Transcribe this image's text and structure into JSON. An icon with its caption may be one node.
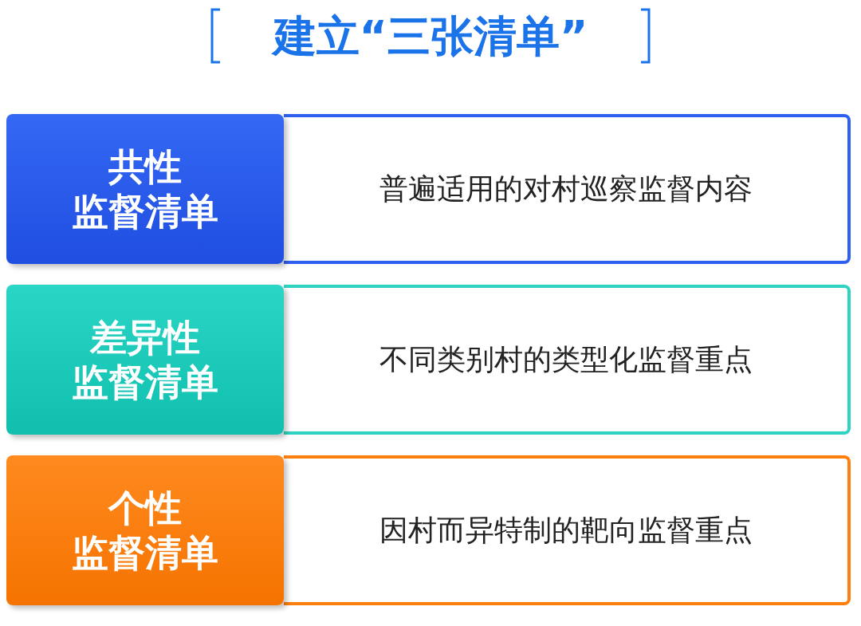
{
  "diagram": {
    "title": "建立“三张清单”",
    "nodes": [
      {
        "text": [
          "共性",
          "监督清单"
        ]
      },
      {
        "text": [
          "普遍适用的对村巡察监督内容"
        ]
      },
      {
        "text": [
          "差异性",
          "监督清单"
        ]
      },
      {
        "text": [
          "不同类别村的类型化监督重点"
        ]
      },
      {
        "text": [
          "个性",
          "监督清单"
        ]
      },
      {
        "text": [
          "因村而异特制的靶向监督重点"
        ]
      }
    ],
    "edges": []
  }
}
